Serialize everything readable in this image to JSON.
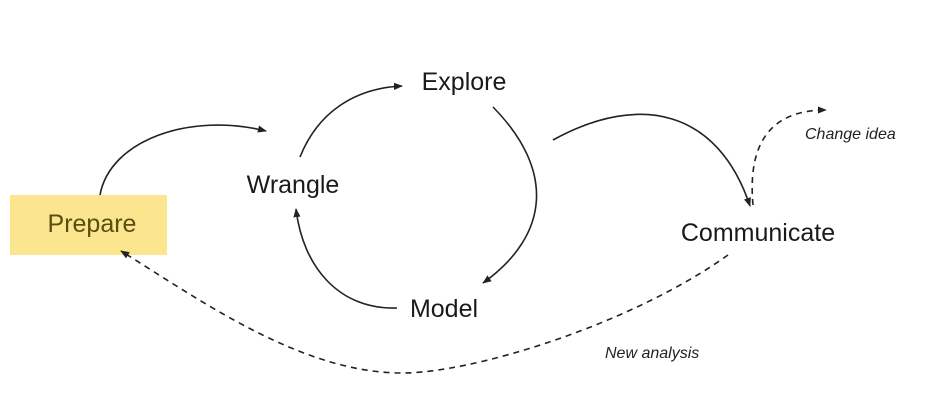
{
  "nodes": {
    "prepare": "Prepare",
    "wrangle": "Wrangle",
    "explore": "Explore",
    "model": "Model",
    "communicate": "Communicate"
  },
  "annotations": {
    "change_idea": "Change idea",
    "new_analysis": "New analysis"
  },
  "colors": {
    "highlight": "#fbe68f",
    "highlight_text": "#5b4c12",
    "line": "#222222"
  }
}
